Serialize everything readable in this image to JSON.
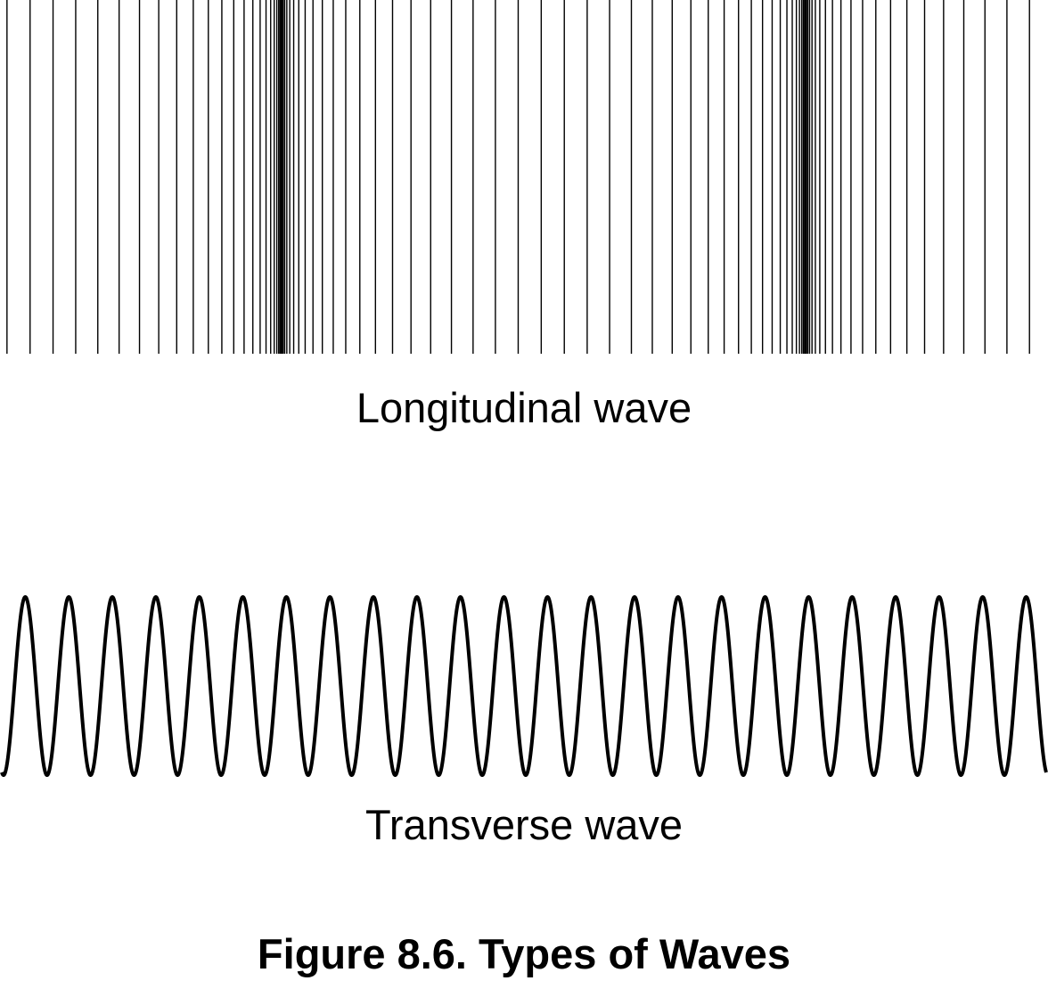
{
  "figure": {
    "title": "Figure 8.6. Types of Waves"
  },
  "longitudinal": {
    "label": "Longitudinal wave",
    "compressions": 2
  },
  "transverse": {
    "label": "Transverse wave",
    "cycles": 24
  },
  "colors": {
    "line": "#000000",
    "background": "#ffffff"
  }
}
